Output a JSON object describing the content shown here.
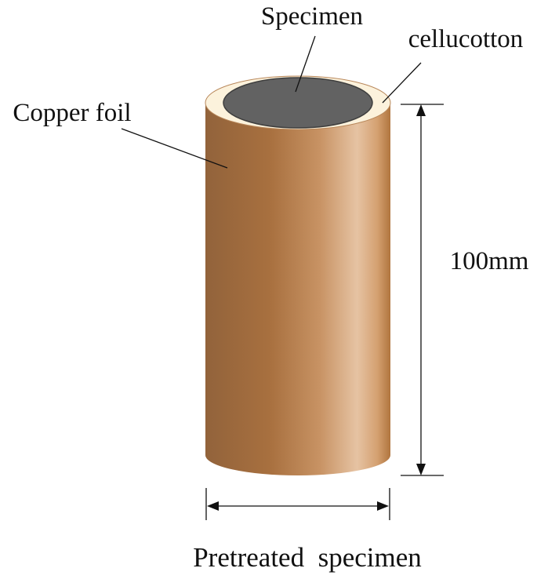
{
  "diagram": {
    "labels": {
      "specimen": "Specimen",
      "cellucotton": "cellucotton",
      "copper_foil": "Copper foil",
      "height": "100mm"
    },
    "caption": "Pretreated  specimen",
    "colors": {
      "copper_dark": "#94633a",
      "copper_mid": "#c58e5d",
      "copper_light": "#e3bc98",
      "cellucotton": "#fcf2dc",
      "specimen_core": "#626262",
      "line": "#111111"
    }
  }
}
